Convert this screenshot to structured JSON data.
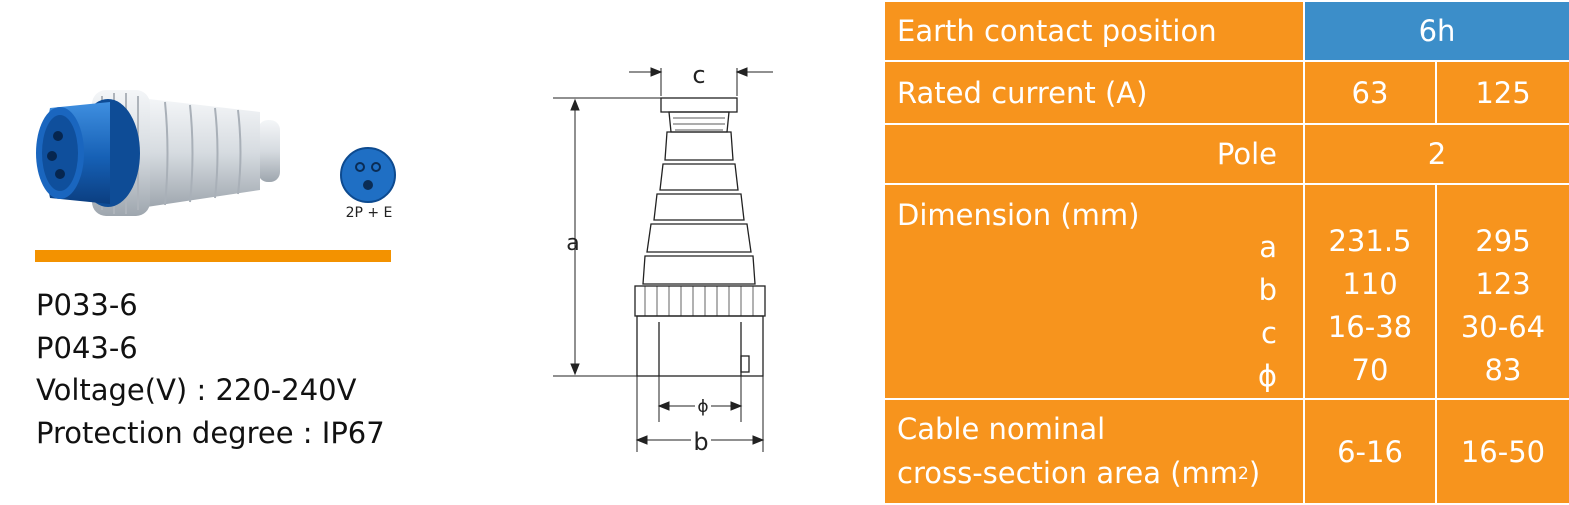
{
  "product": {
    "socket_label": "2P + E",
    "specs": [
      "P033-6",
      "P043-6",
      "Voltage(V) : 220-240V",
      "Protection degree : IP67"
    ]
  },
  "drawing": {
    "label_a": "a",
    "label_b": "b",
    "label_c": "c",
    "label_phi": "ϕ"
  },
  "table": {
    "earth_label": "Earth contact position",
    "earth_value": "6h",
    "current_label": "Rated current (A)",
    "current_values": [
      "63",
      "125"
    ],
    "pole_label": "Pole",
    "pole_value": "2",
    "dimension_label": "Dimension (mm)",
    "dimension_letters": [
      "a",
      "b",
      "c",
      "ϕ"
    ],
    "dimension_col1": [
      "231.5",
      "110",
      "16-38",
      "70"
    ],
    "dimension_col2": [
      "295",
      "123",
      "30-64",
      "83"
    ],
    "cable_label_line1": "Cable nominal",
    "cable_label_line2": "cross-section area (mm",
    "cable_label_sup": "2",
    "cable_label_end": ")",
    "cable_values": [
      "6-16",
      "16-50"
    ]
  },
  "colors": {
    "orange": "#f7941d",
    "blue": "#3c8ec9",
    "plug_blue": "#1f6fc4"
  }
}
